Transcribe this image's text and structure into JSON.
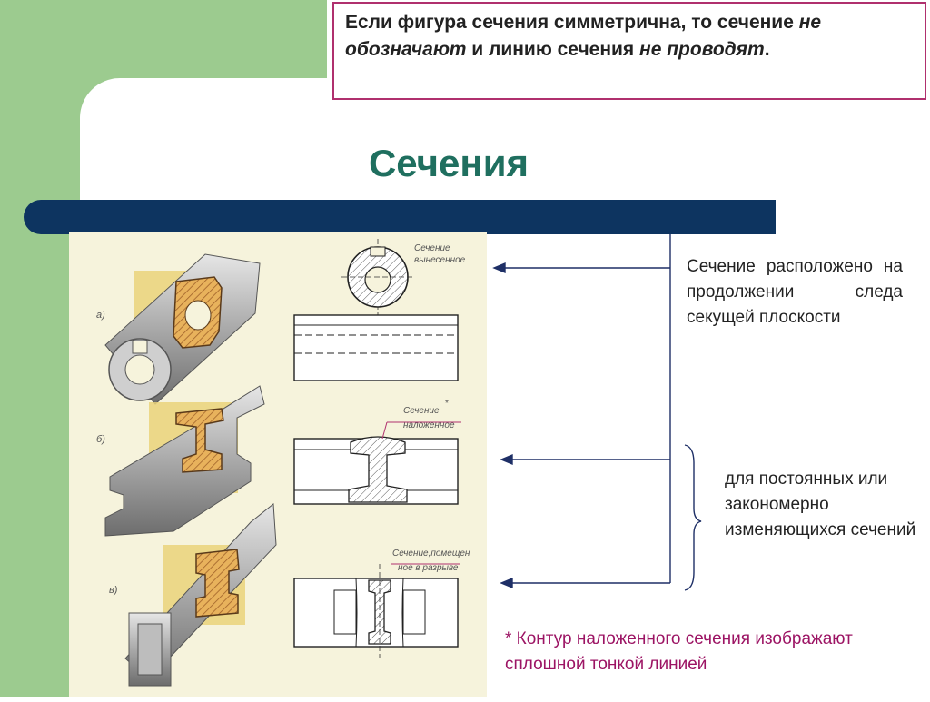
{
  "note": {
    "p1": "Если фигура сечения  симметрична, то сечение ",
    "e1": "не обозначают",
    "p2": " и линию сечения ",
    "e2": "не проводят",
    "p3": "."
  },
  "title": "Сечения",
  "drawing": {
    "row_a": "а)",
    "row_b": "б)",
    "row_c": "в)",
    "label_a1": "Сечение",
    "label_a2": "вынесенное",
    "label_b1": "Сечение",
    "label_b2": "наложенное",
    "label_b_star": "*",
    "label_c1": "Сечение,помещен",
    "label_c2": "ное в разрыве"
  },
  "descriptions": {
    "extended": "Сечение расположено на продолжении следа секущей плоскости",
    "constant": "для постоянных или закономерно изменяющихся сечений"
  },
  "footnote": "* Контур наложенного сечения изображают сплошной тонкой линией",
  "colors": {
    "green": "#9ccb8f",
    "bar": "#0d3460",
    "title": "#1f6f5f",
    "border": "#b0306e",
    "footnote": "#9c1464",
    "arrow": "#1e2f66"
  }
}
